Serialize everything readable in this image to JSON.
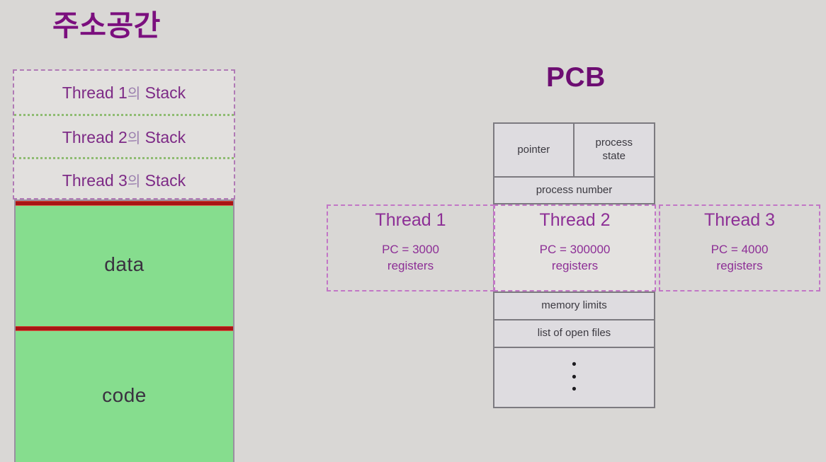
{
  "address_space": {
    "title": "주소공간",
    "stacks": [
      {
        "prefix": "Thread 1",
        "particle": "의",
        "suffix": "Stack"
      },
      {
        "prefix": "Thread 2",
        "particle": "의",
        "suffix": "Stack"
      },
      {
        "prefix": "Thread 3",
        "particle": "의",
        "suffix": "Stack"
      }
    ],
    "segments": [
      {
        "label": "data"
      },
      {
        "label": "code"
      }
    ],
    "colors": {
      "segment_fill": "#86dd8e",
      "divider_red": "#a81414",
      "stack_border": "#b07ab5",
      "stack_divider": "#8fbc72",
      "text_purple": "#7d2a86"
    }
  },
  "pcb": {
    "title": "PCB",
    "top_rows": [
      {
        "cells": [
          "pointer",
          "process\nstate"
        ]
      },
      {
        "cells": [
          "process number"
        ]
      }
    ],
    "cell_pointer": "pointer",
    "cell_process_state_line1": "process",
    "cell_process_state_line2": "state",
    "cell_process_number": "process number",
    "bottom_rows": [
      {
        "label": "memory limits"
      },
      {
        "label": "list of open files"
      }
    ],
    "row_memory_limits": "memory limits",
    "row_open_files": "list of open files",
    "vertical_dots": "•",
    "colors": {
      "border": "#7c7a80",
      "fill": "#dedce0",
      "title": "#6d0d72"
    }
  },
  "threads": [
    {
      "name": "Thread 1",
      "pc": "PC = 3000",
      "registers": "registers"
    },
    {
      "name": "Thread 2",
      "pc": "PC =  300000",
      "registers": "registers"
    },
    {
      "name": "Thread 3",
      "pc": "PC =  4000",
      "registers": "registers"
    }
  ],
  "page": {
    "background": "#d9d7d5"
  }
}
